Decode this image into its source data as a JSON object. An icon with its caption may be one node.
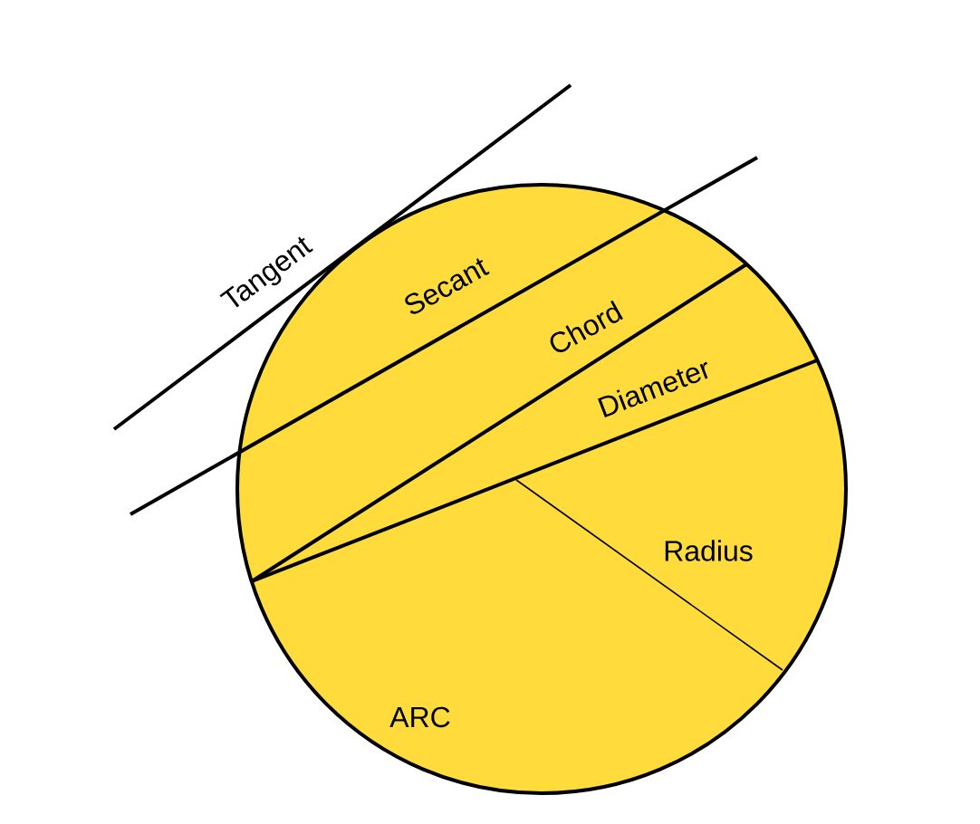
{
  "diagram": {
    "labels": [
      "Tangent",
      "Secant",
      "Chord",
      "Diameter",
      "Radius",
      "ARC"
    ]
  }
}
